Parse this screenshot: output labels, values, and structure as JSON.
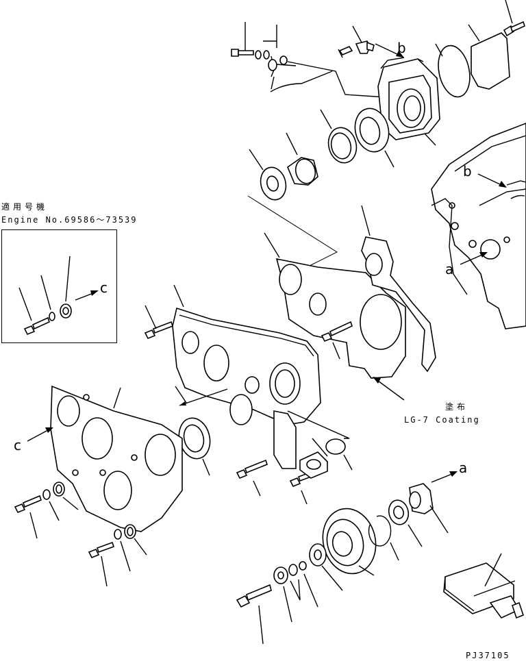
{
  "callouts": {
    "b_top": "b",
    "b_right": "b",
    "a_right": "a",
    "a_lower": "a",
    "c_inset": "c",
    "c_left": "c"
  },
  "inset": {
    "title_jp": "適用号機",
    "serial": "Engine No.69586～73539"
  },
  "coating": {
    "label_jp": "塗布",
    "label_en": "LG-7 Coating"
  },
  "drawing_code": "PJ37105",
  "colors": {
    "line": "#000000",
    "background": "#ffffff"
  }
}
